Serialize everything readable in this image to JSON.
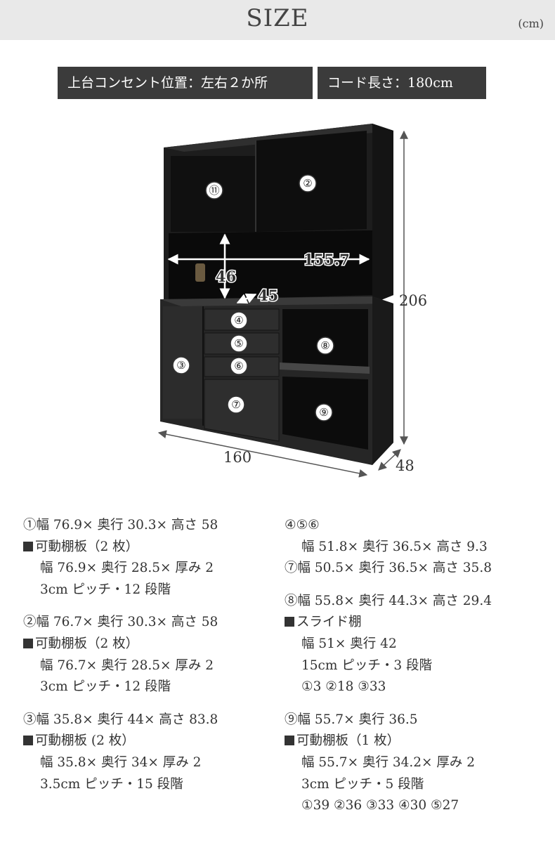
{
  "header": {
    "title": "SIZE",
    "unit": "(cm)"
  },
  "badges": {
    "outlet": "上台コンセント位置：左右２か所",
    "cord": "コード長さ：180cm"
  },
  "dimensions": {
    "total_width": "160",
    "total_depth": "48",
    "total_height": "206",
    "counter_opening_width": "155.7",
    "counter_opening_height": "46",
    "counter_opening_depth": "45"
  },
  "markers": [
    "⑪",
    "②",
    "③",
    "④",
    "⑤",
    "⑥",
    "⑦",
    "⑧",
    "⑨"
  ],
  "specs": {
    "left": [
      [
        "①幅 76.9× 奥行 30.3× 高さ 58",
        "可動棚板（2 枚）",
        "幅 76.9× 奥行 28.5× 厚み 2",
        "3cm ピッチ・12 段階"
      ],
      [
        "②幅 76.7× 奥行 30.3× 高さ 58",
        "可動棚板（2 枚）",
        "幅 76.7× 奥行 28.5× 厚み 2",
        "3cm ピッチ・12 段階"
      ],
      [
        "③幅 35.8× 奥行 44× 高さ 83.8",
        "可動棚板 (2 枚）",
        "幅 35.8× 奥行 34× 厚み 2",
        "3.5cm ピッチ・15 段階"
      ]
    ],
    "right": [
      [
        "④⑤⑥",
        "幅 51.8× 奥行 36.5× 高さ 9.3",
        "⑦幅 50.5× 奥行 36.5× 高さ 35.8"
      ],
      [
        "⑧幅 55.8× 奥行 44.3× 高さ 29.4",
        "スライド棚",
        "幅 51× 奥行 42",
        "15cm ピッチ・3 段階",
        "①3  ②18  ③33"
      ],
      [
        "⑨幅 55.7× 奥行 36.5",
        "可動棚板（1 枚）",
        "幅 55.7× 奥行 34.2× 厚み 2",
        "3cm ピッチ・5 段階",
        "①39  ②36  ③33  ④30  ⑤27"
      ]
    ]
  }
}
